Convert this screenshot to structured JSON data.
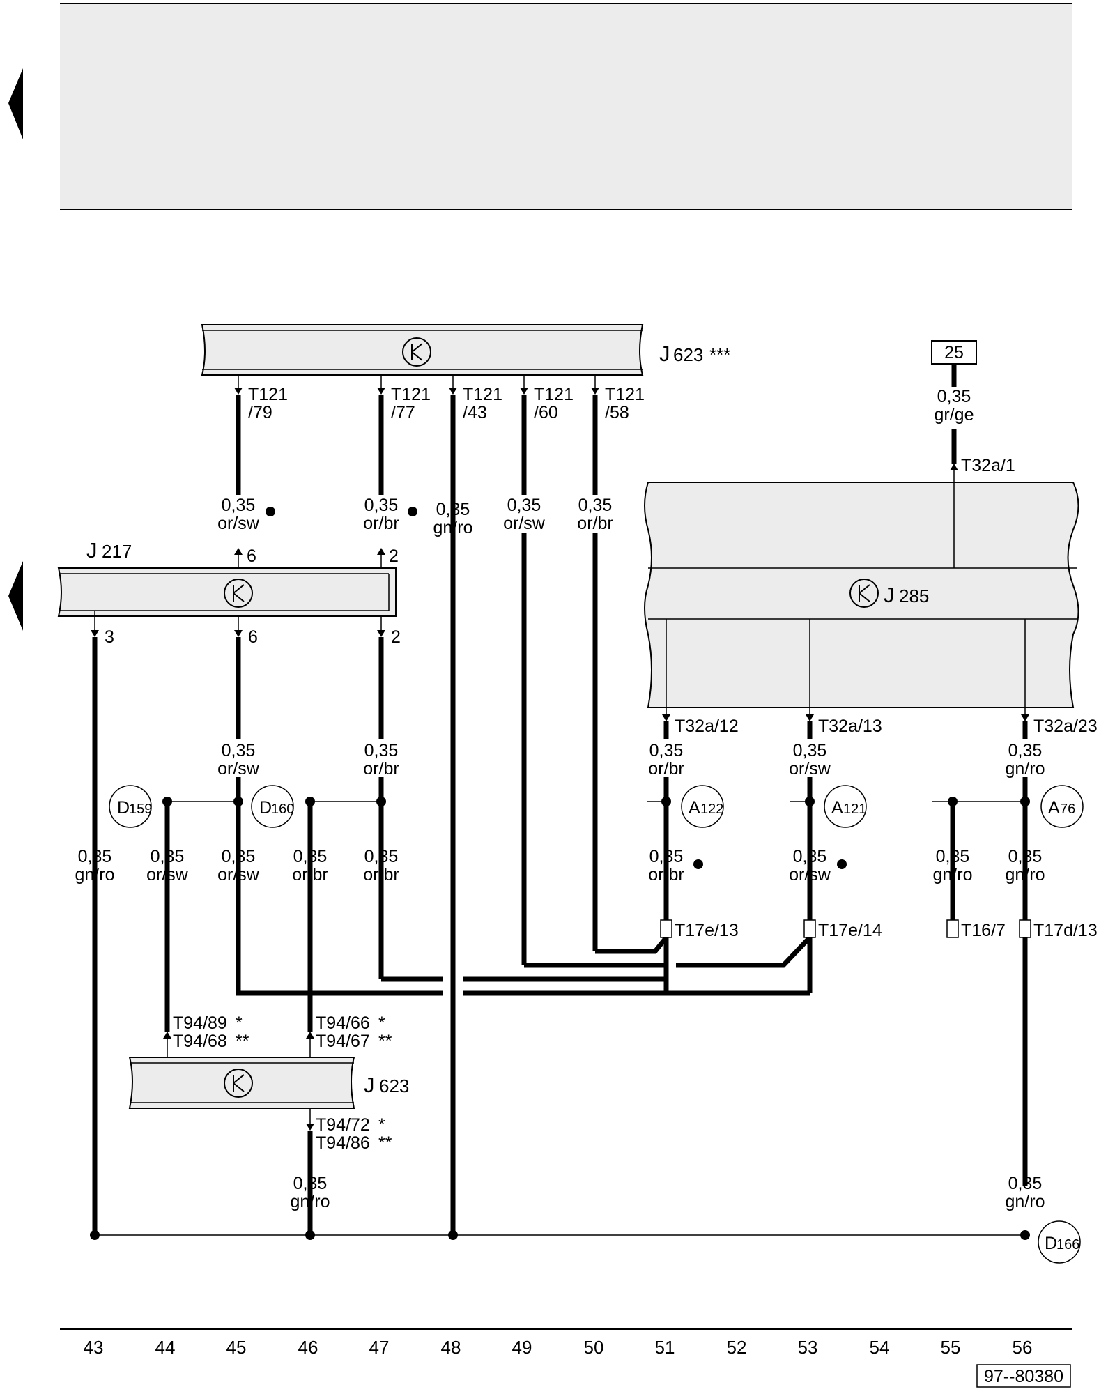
{
  "header_box_text": "",
  "components": {
    "j623_top": {
      "label": "J",
      "num": "623",
      "stars": "***"
    },
    "j217": {
      "label": "J",
      "num": "217"
    },
    "j285": {
      "label": "J",
      "num": "285"
    },
    "j623_bottom": {
      "label": "J",
      "num": "623"
    },
    "ref_box": "25"
  },
  "pins": {
    "t121_79": [
      "T121",
      "/79"
    ],
    "t121_77": [
      "T121",
      "/77"
    ],
    "t121_43": [
      "T121",
      "/43"
    ],
    "t121_60": [
      "T121",
      "/60"
    ],
    "t121_58": [
      "T121",
      "/58"
    ],
    "j217_in_6": "6",
    "j217_in_2": "2",
    "j217_out_3": "3",
    "j217_out_6": "6",
    "j217_out_2": "2",
    "t32a_1": "T32a/1",
    "t32a_12": "T32a/12",
    "t32a_13": "T32a/13",
    "t32a_23": "T32a/23",
    "t17e_13": "T17e/13",
    "t17e_14": "T17e/14",
    "t16_7": "T16/7",
    "t17d_13": "T17d/13",
    "t94_89": "T94/89",
    "t94_68": "T94/68",
    "t94_66": "T94/66",
    "t94_67": "T94/67",
    "t94_72": "T94/72",
    "t94_86": "T94/86",
    "star1": "*",
    "star2": "**"
  },
  "wires": {
    "size": "0,35",
    "w45_top": "or/sw",
    "w47_top": "or/br",
    "w48_top": "gn/ro",
    "w49_top": "or/sw",
    "w50_top": "or/br",
    "w56_ref": "gr/ge",
    "w45_mid": "or/sw",
    "w47_mid": "or/br",
    "w51_mid": "or/br",
    "w53_mid": "or/sw",
    "w56_mid": "gn/ro",
    "w43_low": "gn/ro",
    "w44_low": "or/sw",
    "w45_low": "or/sw",
    "w46_low": "or/br",
    "w47_low": "or/br",
    "w51_low": "or/br",
    "w53_low": "or/sw",
    "w55_low": "gn/ro",
    "w56_low": "gn/ro",
    "w46_bottom": "gn/ro",
    "w56_bottom": "gn/ro"
  },
  "connectors": {
    "d159": {
      "letter": "D",
      "num": "159"
    },
    "d160": {
      "letter": "D",
      "num": "160"
    },
    "a122": {
      "letter": "A",
      "num": "122"
    },
    "a121": {
      "letter": "A",
      "num": "121"
    },
    "a76": {
      "letter": "A",
      "num": "76"
    },
    "d166": {
      "letter": "D",
      "num": "166"
    }
  },
  "column_numbers": [
    "43",
    "44",
    "45",
    "46",
    "47",
    "48",
    "49",
    "50",
    "51",
    "52",
    "53",
    "54",
    "55",
    "56"
  ],
  "drawing_id": "97--80380"
}
